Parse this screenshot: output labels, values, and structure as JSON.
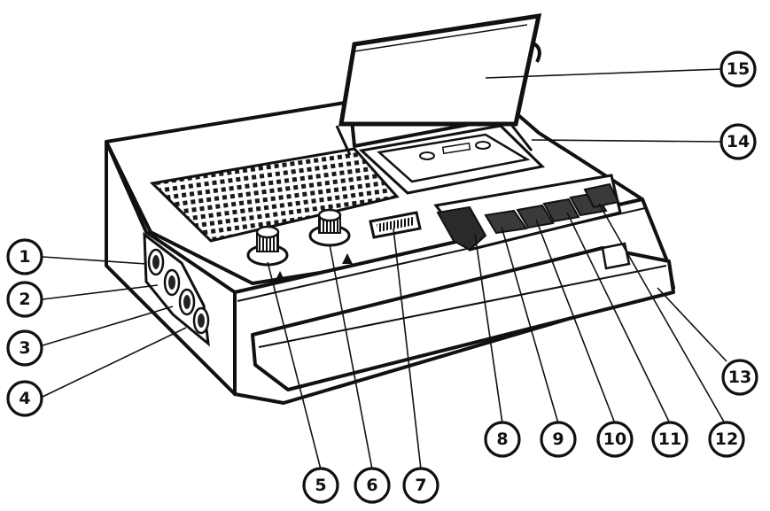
{
  "figure": {
    "subject": "cassette recorder",
    "colors": {
      "ink": "#111111",
      "paper": "#ffffff",
      "shade": "#3a3a3a"
    }
  },
  "callouts": [
    {
      "id": "c1",
      "label": "1"
    },
    {
      "id": "c2",
      "label": "2"
    },
    {
      "id": "c3",
      "label": "3"
    },
    {
      "id": "c4",
      "label": "4"
    },
    {
      "id": "c5",
      "label": "5"
    },
    {
      "id": "c6",
      "label": "6"
    },
    {
      "id": "c7",
      "label": "7"
    },
    {
      "id": "c8",
      "label": "8"
    },
    {
      "id": "c9",
      "label": "9"
    },
    {
      "id": "c10",
      "label": "10"
    },
    {
      "id": "c11",
      "label": "11"
    },
    {
      "id": "c12",
      "label": "12"
    },
    {
      "id": "c13",
      "label": "13"
    },
    {
      "id": "c14",
      "label": "14"
    },
    {
      "id": "c15",
      "label": "15"
    }
  ]
}
